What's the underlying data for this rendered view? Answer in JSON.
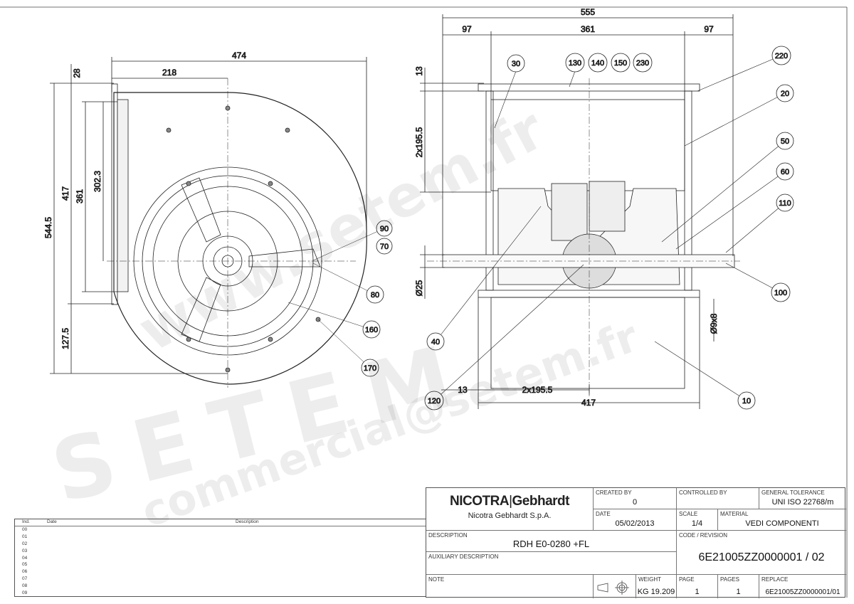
{
  "watermark": {
    "site": "www.setem.fr",
    "brand": "SETEM",
    "email": "commercial@setem.fr"
  },
  "left_view": {
    "dims": {
      "width_total": "474",
      "half_width": "218",
      "top_offset": "28",
      "height_total": "544.5",
      "h417": "417",
      "h361": "361",
      "h302": "302.3",
      "bottom": "127.5"
    },
    "balloons": [
      "90",
      "70",
      "80",
      "160",
      "170"
    ]
  },
  "right_view": {
    "dims": {
      "total": "555",
      "left_97": "97",
      "mid_361": "361",
      "right_97": "97",
      "top_13": "13",
      "v_2x195": "2x195.5",
      "shaft": "Ø25",
      "key": "Ø9x8",
      "bottom_13": "13",
      "h_2x195": "2x195.5",
      "bottom_417": "417"
    },
    "balloons": {
      "b30": "30",
      "b130": "130",
      "b140": "140",
      "b150": "150",
      "b230": "230",
      "b220": "220",
      "b20": "20",
      "b50": "50",
      "b60": "60",
      "b110": "110",
      "b100": "100",
      "b40": "40",
      "b120": "120",
      "b10": "10"
    }
  },
  "revisions": {
    "headers": {
      "ind": "Ind.",
      "date": "Date",
      "description": "Description"
    },
    "rows": [
      "00",
      "01",
      "02",
      "03",
      "04",
      "05",
      "06",
      "07",
      "08",
      "09"
    ]
  },
  "title_block": {
    "logo_left": "NICOTRA",
    "logo_right": "Gebhardt",
    "company": "Nicotra Gebhardt S.p.A.",
    "created_by_label": "CREATED BY",
    "created_by": "0",
    "controlled_by_label": "CONTROLLED BY",
    "controlled_by": "",
    "tolerance_label": "GENERAL TOLERANCE",
    "tolerance": "UNI ISO 22768/m",
    "date_label": "DATE",
    "date": "05/02/2013",
    "scale_label": "SCALE",
    "scale": "1/4",
    "material_label": "MATERIAL",
    "material": "VEDI COMPONENTI",
    "description_label": "DESCRIPTION",
    "description": "RDH E0-0280 +FL",
    "aux_label": "AUXILIARY DESCRIPTION",
    "aux": "",
    "code_label": "CODE / REVISION",
    "code": "6E21005ZZ0000001 / 02",
    "note_label": "NOTE",
    "weight_label": "WEIGHT",
    "weight": "KG 19.209",
    "page_label": "PAGE",
    "page": "1",
    "pages_label": "PAGES",
    "pages": "1",
    "replace_label": "REPLACE",
    "replace": "6E21005ZZ0000001/01"
  }
}
